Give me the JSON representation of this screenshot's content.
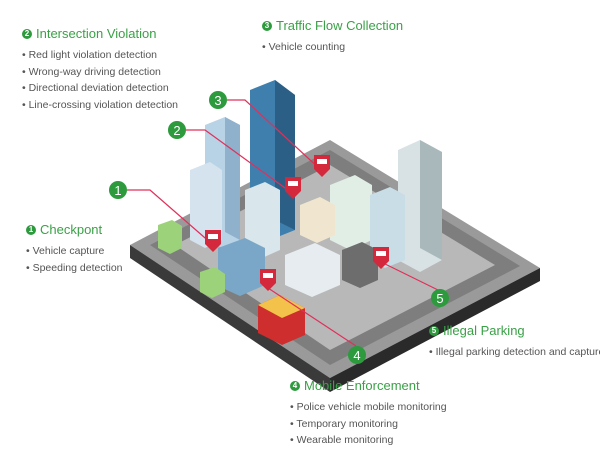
{
  "sections": [
    {
      "num": "2",
      "title": "Intersection Violation",
      "items": [
        "Red light violation detection",
        "Wrong-way driving detection",
        "Directional deviation detection",
        "Line-crossing violation detection"
      ]
    },
    {
      "num": "3",
      "title": "Traffic Flow Collection",
      "items": [
        "Vehicle counting"
      ]
    },
    {
      "num": "1",
      "title": "Checkpont",
      "items": [
        "Vehicle capture",
        "Speeding detection"
      ]
    },
    {
      "num": "5",
      "title": "Illegal Parking",
      "items": [
        "Illegal parking detection and capture"
      ]
    },
    {
      "num": "4",
      "title": "Mobile Enforcement",
      "items": [
        "Police vehicle mobile monitoring",
        "Temporary monitoring",
        "Wearable monitoring"
      ]
    }
  ],
  "markers": [
    "1",
    "2",
    "3",
    "4",
    "5"
  ],
  "colors": {
    "green": "#2d9a3d",
    "title_green": "#3aa147",
    "callout_line": "#e0305a",
    "pin": "#d4283c"
  }
}
